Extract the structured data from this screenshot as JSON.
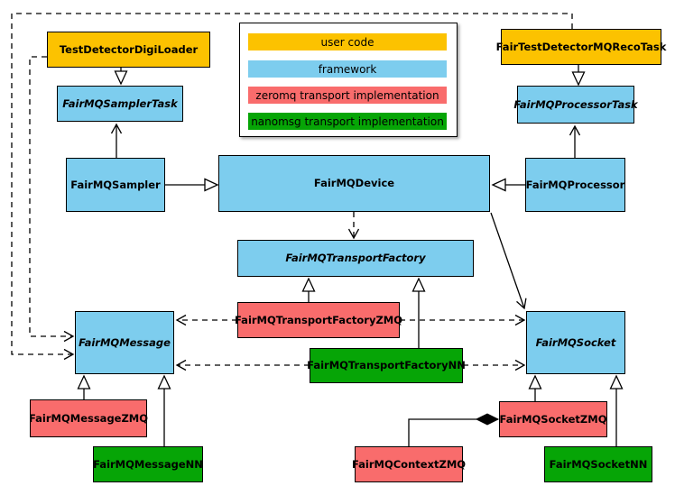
{
  "colors": {
    "user_code": "#FCC200",
    "framework": "#7DCDEE",
    "zeromq": "#F96C6C",
    "nanomsg": "#06A506",
    "line": "#000000",
    "background": "#FFFFFF"
  },
  "legend": {
    "items": [
      {
        "label": "user code",
        "color_key": "user_code"
      },
      {
        "label": "framework",
        "color_key": "framework"
      },
      {
        "label": "zeromq transport implementation",
        "color_key": "zeromq"
      },
      {
        "label": "nanomsg transport implementation",
        "color_key": "nanomsg"
      }
    ]
  },
  "nodes": {
    "test_detector_digi_loader": {
      "label": "TestDetectorDigiLoader",
      "category": "user code",
      "abstract": false
    },
    "fair_test_detector_mq_reco_task": {
      "label": "FairTestDetectorMQRecoTask",
      "category": "user code",
      "abstract": false
    },
    "fairmq_sampler_task": {
      "label": "FairMQSamplerTask",
      "category": "framework",
      "abstract": true
    },
    "fairmq_processor_task": {
      "label": "FairMQProcessorTask",
      "category": "framework",
      "abstract": true
    },
    "fairmq_sampler": {
      "label": "FairMQSampler",
      "category": "framework",
      "abstract": false
    },
    "fairmq_device": {
      "label": "FairMQDevice",
      "category": "framework",
      "abstract": false
    },
    "fairmq_processor": {
      "label": "FairMQProcessor",
      "category": "framework",
      "abstract": false
    },
    "fairmq_transport_factory": {
      "label": "FairMQTransportFactory",
      "category": "framework",
      "abstract": true
    },
    "fairmq_transport_factory_zmq": {
      "label": "FairMQTransportFactoryZMQ",
      "category": "zeromq",
      "abstract": false
    },
    "fairmq_transport_factory_nn": {
      "label": "FairMQTransportFactoryNN",
      "category": "nanomsg",
      "abstract": false
    },
    "fairmq_message": {
      "label": "FairMQMessage",
      "category": "framework",
      "abstract": true
    },
    "fairmq_socket": {
      "label": "FairMQSocket",
      "category": "framework",
      "abstract": true
    },
    "fairmq_message_zmq": {
      "label": "FairMQMessageZMQ",
      "category": "zeromq",
      "abstract": false
    },
    "fairmq_message_nn": {
      "label": "FairMQMessageNN",
      "category": "nanomsg",
      "abstract": false
    },
    "fairmq_context_zmq": {
      "label": "FairMQContextZMQ",
      "category": "zeromq",
      "abstract": false
    },
    "fairmq_socket_zmq": {
      "label": "FairMQSocketZMQ",
      "category": "zeromq",
      "abstract": false
    },
    "fairmq_socket_nn": {
      "label": "FairMQSocketNN",
      "category": "nanomsg",
      "abstract": false
    }
  },
  "edges": [
    {
      "from": "TestDetectorDigiLoader",
      "to": "FairMQSamplerTask",
      "relation": "inheritance (hollow triangle)"
    },
    {
      "from": "FairTestDetectorMQRecoTask",
      "to": "FairMQProcessorTask",
      "relation": "inheritance (hollow triangle)"
    },
    {
      "from": "FairMQSampler",
      "to": "FairMQSamplerTask",
      "relation": "association (open arrow)"
    },
    {
      "from": "FairMQProcessor",
      "to": "FairMQProcessorTask",
      "relation": "association (open arrow)"
    },
    {
      "from": "FairMQSampler",
      "to": "FairMQDevice",
      "relation": "inheritance (hollow triangle)"
    },
    {
      "from": "FairMQProcessor",
      "to": "FairMQDevice",
      "relation": "inheritance (hollow triangle)"
    },
    {
      "from": "FairMQDevice",
      "to": "FairMQTransportFactory",
      "relation": "dependency (dashed open arrow)"
    },
    {
      "from": "FairMQDevice",
      "to": "FairMQSocket",
      "relation": "association (open arrow)"
    },
    {
      "from": "FairMQTransportFactoryZMQ",
      "to": "FairMQTransportFactory",
      "relation": "inheritance (hollow triangle)"
    },
    {
      "from": "FairMQTransportFactoryNN",
      "to": "FairMQTransportFactory",
      "relation": "inheritance (hollow triangle)"
    },
    {
      "from": "FairMQTransportFactoryZMQ",
      "to": "FairMQMessage",
      "relation": "dependency (dashed open arrow)"
    },
    {
      "from": "FairMQTransportFactoryZMQ",
      "to": "FairMQSocket",
      "relation": "dependency (dashed open arrow)"
    },
    {
      "from": "FairMQTransportFactoryNN",
      "to": "FairMQMessage",
      "relation": "dependency (dashed open arrow)"
    },
    {
      "from": "FairMQTransportFactoryNN",
      "to": "FairMQSocket",
      "relation": "dependency (dashed open arrow)"
    },
    {
      "from": "TestDetectorDigiLoader",
      "to": "FairMQMessage",
      "relation": "dependency (dashed open arrow, routed left)"
    },
    {
      "from": "FairTestDetectorMQRecoTask",
      "to": "FairMQMessage",
      "relation": "dependency (dashed open arrow, routed top-left)"
    },
    {
      "from": "FairMQMessageZMQ",
      "to": "FairMQMessage",
      "relation": "inheritance (hollow triangle)"
    },
    {
      "from": "FairMQMessageNN",
      "to": "FairMQMessage",
      "relation": "inheritance (hollow triangle)"
    },
    {
      "from": "FairMQSocketZMQ",
      "to": "FairMQSocket",
      "relation": "inheritance (hollow triangle)"
    },
    {
      "from": "FairMQSocketNN",
      "to": "FairMQSocket",
      "relation": "inheritance (hollow triangle)"
    },
    {
      "from": "FairMQSocketZMQ",
      "to": "FairMQContextZMQ",
      "relation": "composition (filled diamond at FairMQSocketZMQ)"
    }
  ]
}
